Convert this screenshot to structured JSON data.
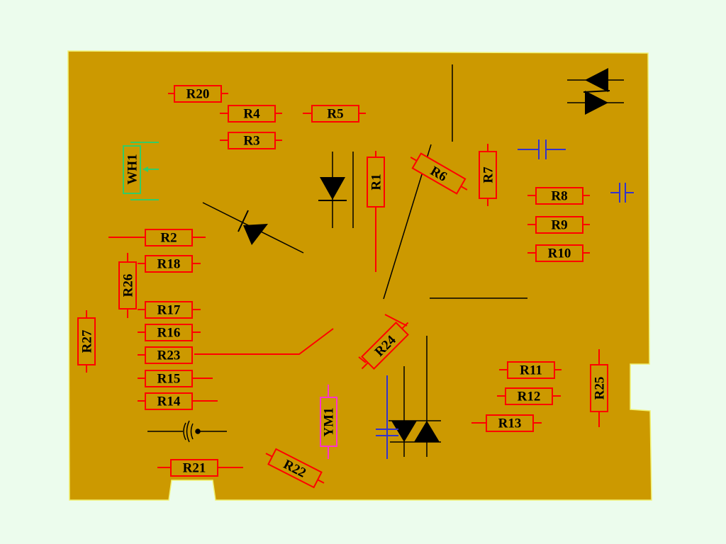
{
  "components": {
    "R20": "R20",
    "R4": "R4",
    "R5": "R5",
    "R3": "R3",
    "WH1": "WH1",
    "R1": "R1",
    "R6": "R6",
    "R7": "R7",
    "R8": "R8",
    "R9": "R9",
    "R10": "R10",
    "R2": "R2",
    "R18": "R18",
    "R26": "R26",
    "R17": "R17",
    "R16": "R16",
    "R23": "R23",
    "R15": "R15",
    "R14": "R14",
    "R27": "R27",
    "R24": "R24",
    "R11": "R11",
    "R12": "R12",
    "R13": "R13",
    "R25": "R25",
    "YM1": "YM1",
    "R21": "R21",
    "R22": "R22"
  },
  "colors": {
    "background": "#ecfced",
    "board": "#cc9900",
    "board_edge": "#f0f070",
    "resistor": "#ff0000",
    "wire": "#000000",
    "capacitor": "#3333cc",
    "potentiometer": "#33cc66",
    "buzzer_component": "#ff33cc"
  },
  "icons": [
    "diode-icon",
    "triac-icon",
    "capacitor-icon",
    "buzzer-icon",
    "potentiometer-icon"
  ]
}
